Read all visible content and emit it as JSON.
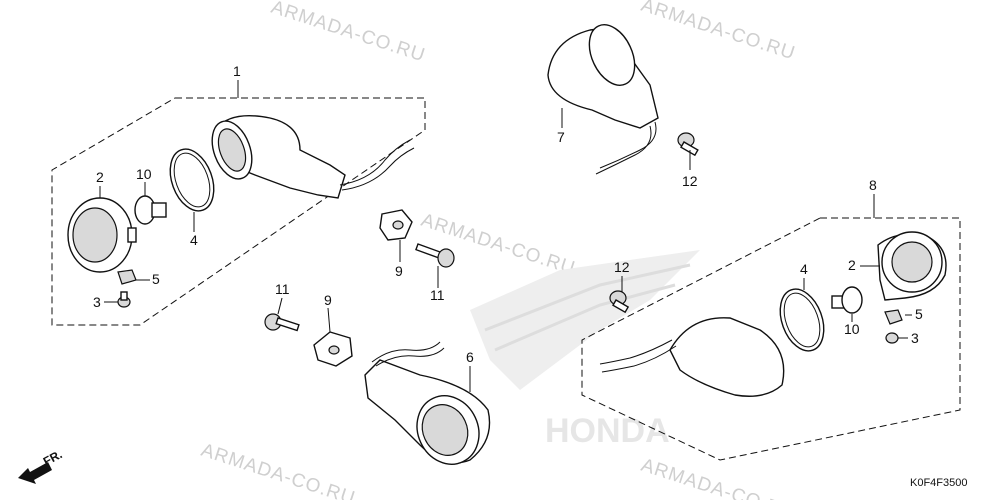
{
  "diagram": {
    "code": "K0F4F3500",
    "direction_label": "FR.",
    "watermark_text": "ARMADA-CO.RU",
    "brand_mark": "HONDA",
    "callouts": {
      "c1": "1",
      "c2a": "2",
      "c2b": "2",
      "c3a": "3",
      "c3b": "3",
      "c4a": "4",
      "c4b": "4",
      "c5a": "5",
      "c5b": "5",
      "c6": "6",
      "c7": "7",
      "c8": "8",
      "c9a": "9",
      "c9b": "9",
      "c10a": "10",
      "c10b": "10",
      "c11a": "11",
      "c11b": "11",
      "c12a": "12",
      "c12b": "12"
    },
    "colors": {
      "ink": "#111111",
      "watermark": "#cfcfcf",
      "shade": "#d9d9d9"
    }
  }
}
